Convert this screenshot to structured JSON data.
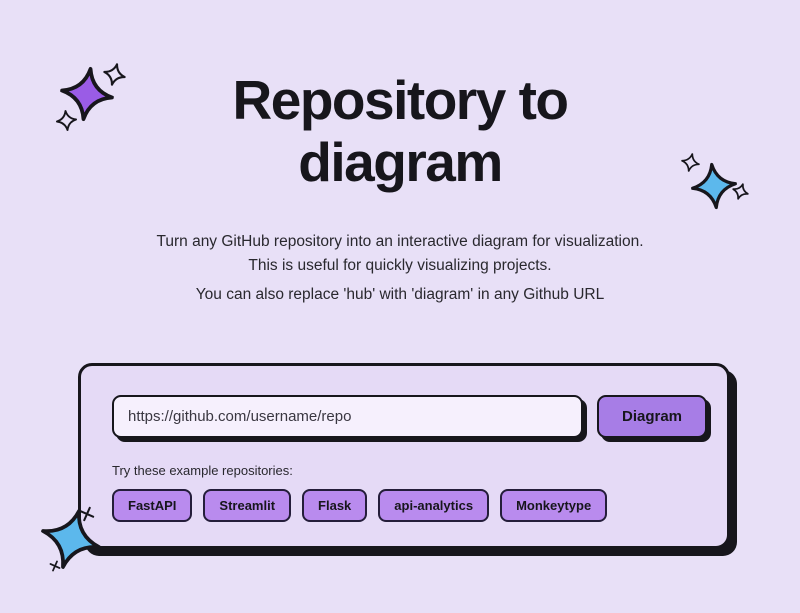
{
  "header": {
    "title_line1": "Repository to",
    "title_line2": "diagram",
    "subtitle_line1": "Turn any GitHub repository into an interactive diagram for visualization.",
    "subtitle_line2": "This is useful for quickly visualizing projects.",
    "hint": "You can also replace 'hub' with 'diagram' in any Github URL"
  },
  "form": {
    "url_value": "",
    "url_placeholder": "https://github.com/username/repo",
    "submit_label": "Diagram",
    "examples_label": "Try these example repositories:",
    "examples": [
      "FastAPI",
      "Streamlit",
      "Flask",
      "api-analytics",
      "Monkeytype"
    ]
  },
  "icons": {
    "top_left": [
      "sparkle-icon-purple-large",
      "sparkle-icon-outline-small",
      "sparkle-icon-outline-small"
    ],
    "right": [
      "sparkle-icon-outline-small",
      "sparkle-icon-blue-large",
      "sparkle-icon-outline-small"
    ],
    "bottom_left": [
      "sparkle-icon-blue-large",
      "plus-sparkle-icon",
      "plus-sparkle-icon"
    ]
  },
  "colors": {
    "page_background": "#e8e0f7",
    "card_background": "#e5daf6",
    "input_background": "#f6f0fd",
    "primary_button": "#a77de6",
    "example_button": "#b98bee",
    "ink": "#17161c",
    "sparkle_purple": "#9a5ce6",
    "sparkle_blue": "#5cb8ec"
  }
}
